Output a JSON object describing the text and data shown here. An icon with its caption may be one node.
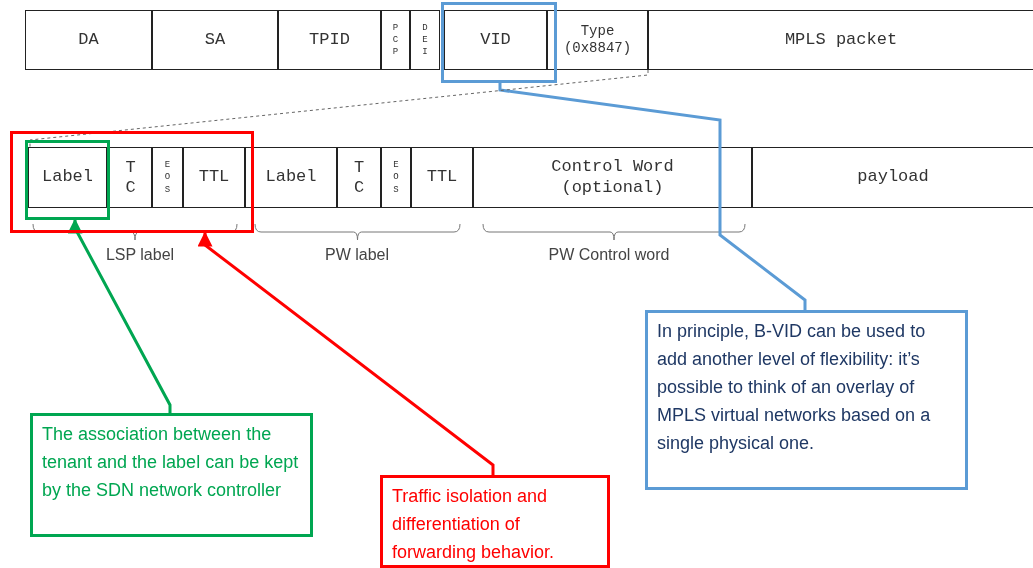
{
  "diagram": {
    "nodes": [
      {
        "text": [
          "DA"
        ]
      },
      {
        "text": [
          "SA"
        ]
      },
      {
        "text": [
          "TPID"
        ]
      },
      {
        "text": [
          "PCP"
        ]
      },
      {
        "text": [
          "DEI"
        ]
      },
      {
        "text": [],
        "shape": "box"
      },
      {
        "text": [
          "VID"
        ],
        "in": 5
      },
      {
        "text": [
          "Type (0x8847)"
        ]
      },
      {
        "text": [
          "MPLS packet"
        ]
      },
      {
        "text": [],
        "shape": "box"
      },
      {
        "text": [],
        "shape": "box",
        "in": 9
      },
      {
        "text": [
          "Label"
        ],
        "in": 10
      },
      {
        "text": [
          "TC"
        ],
        "in": 9
      },
      {
        "text": [
          "EOS"
        ],
        "in": 9
      },
      {
        "text": [
          "TTL"
        ],
        "in": 9
      },
      {
        "text": [
          "Label"
        ]
      },
      {
        "text": [
          "TC"
        ]
      },
      {
        "text": [
          "EOS"
        ]
      },
      {
        "text": [
          "TTL"
        ]
      },
      {
        "text": [
          "Control Word (optional)"
        ]
      },
      {
        "text": [
          "payload"
        ]
      },
      {
        "text": [
          "In principle, B-VID can be used to add another level of flexibility: it’s possible to think of an overlay of MPLS virtual networks based on a single physical one."
        ]
      },
      {
        "text": [
          "The association between the tenant and the label can be kept by the SDN network controller"
        ]
      },
      {
        "text": [
          "Traffic isolation and differentiation of forwarding behavior."
        ]
      }
    ],
    "edges": [
      {
        "from": 21,
        "to": 5,
        "arrow": "none",
        "color": "#5b9bd5"
      },
      {
        "from": 22,
        "to": 10,
        "arrow": "to",
        "color": "#00a651"
      },
      {
        "from": 23,
        "to": 9,
        "arrow": "to",
        "color": "#ff0000"
      },
      {
        "from": 8,
        "to": 11,
        "arrow": "none",
        "style": "dashed",
        "color": "#666666"
      }
    ],
    "labels": [
      "LSP label",
      "PW label",
      "PW Control word"
    ]
  }
}
